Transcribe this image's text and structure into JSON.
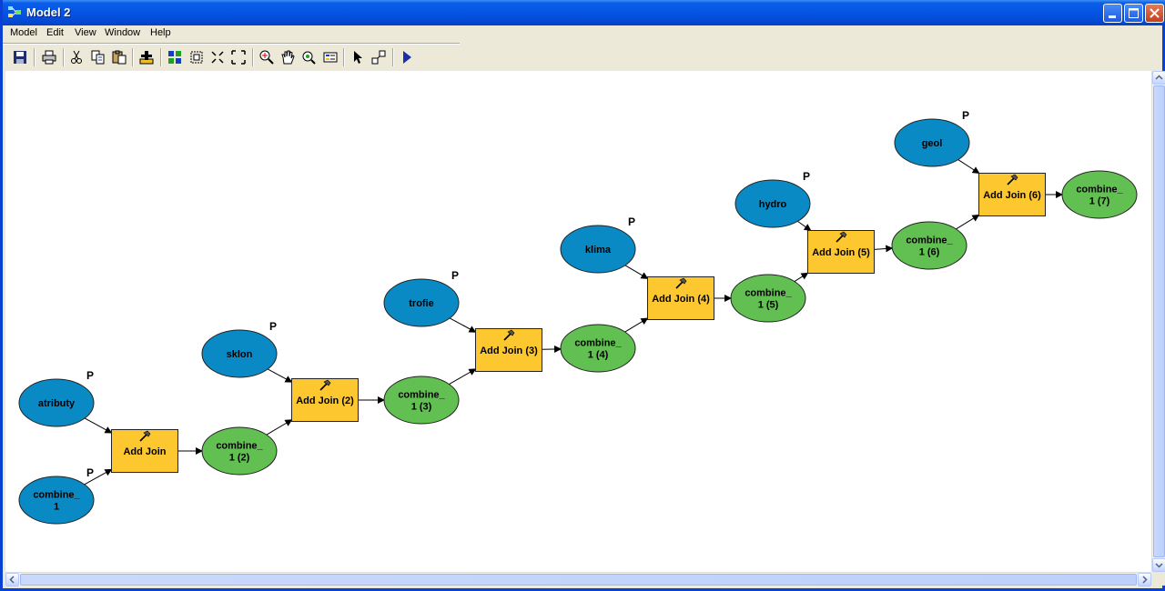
{
  "window": {
    "title": "Model 2"
  },
  "menu": [
    "Model",
    "Edit",
    "View",
    "Window",
    "Help"
  ],
  "toolbar": {
    "icons": [
      "save-icon",
      "print-icon",
      "cut-icon",
      "copy-icon",
      "paste-icon",
      "add-data-icon",
      "grid-view-icon",
      "select-frame-icon",
      "fit-in-icon",
      "fit-out-icon",
      "zoom-in-icon",
      "pan-hand-icon",
      "zoom-full-icon",
      "legend-icon",
      "pointer-select-icon",
      "connect-icon",
      "run-icon"
    ]
  },
  "colors": {
    "input_data": "#0a8ac4",
    "tool": "#fdc82f",
    "derived_data": "#62c052"
  },
  "model": {
    "inputs": [
      {
        "id": "atributy",
        "lines": [
          "atributy"
        ],
        "param": "P"
      },
      {
        "id": "combine1",
        "lines": [
          "combine_",
          "1"
        ],
        "param": "P"
      },
      {
        "id": "sklon",
        "lines": [
          "sklon"
        ],
        "param": "P"
      },
      {
        "id": "trofie",
        "lines": [
          "trofie"
        ],
        "param": "P"
      },
      {
        "id": "klima",
        "lines": [
          "klima"
        ],
        "param": "P"
      },
      {
        "id": "hydro",
        "lines": [
          "hydro"
        ],
        "param": "P"
      },
      {
        "id": "geol",
        "lines": [
          "geol"
        ],
        "param": "P"
      }
    ],
    "tools": [
      {
        "id": "aj1",
        "label": "Add Join"
      },
      {
        "id": "aj2",
        "label": "Add Join (2)"
      },
      {
        "id": "aj3",
        "label": "Add Join (3)"
      },
      {
        "id": "aj4",
        "label": "Add Join (4)"
      },
      {
        "id": "aj5",
        "label": "Add Join (5)"
      },
      {
        "id": "aj6",
        "label": "Add Join (6)"
      }
    ],
    "outputs": [
      {
        "id": "c2",
        "lines": [
          "combine_",
          "1 (2)"
        ]
      },
      {
        "id": "c3",
        "lines": [
          "combine_",
          "1 (3)"
        ]
      },
      {
        "id": "c4",
        "lines": [
          "combine_",
          "1 (4)"
        ]
      },
      {
        "id": "c5",
        "lines": [
          "combine_",
          "1 (5)"
        ]
      },
      {
        "id": "c6",
        "lines": [
          "combine_",
          "1 (6)"
        ]
      },
      {
        "id": "c7",
        "lines": [
          "combine_",
          "1 (7)"
        ]
      }
    ]
  }
}
